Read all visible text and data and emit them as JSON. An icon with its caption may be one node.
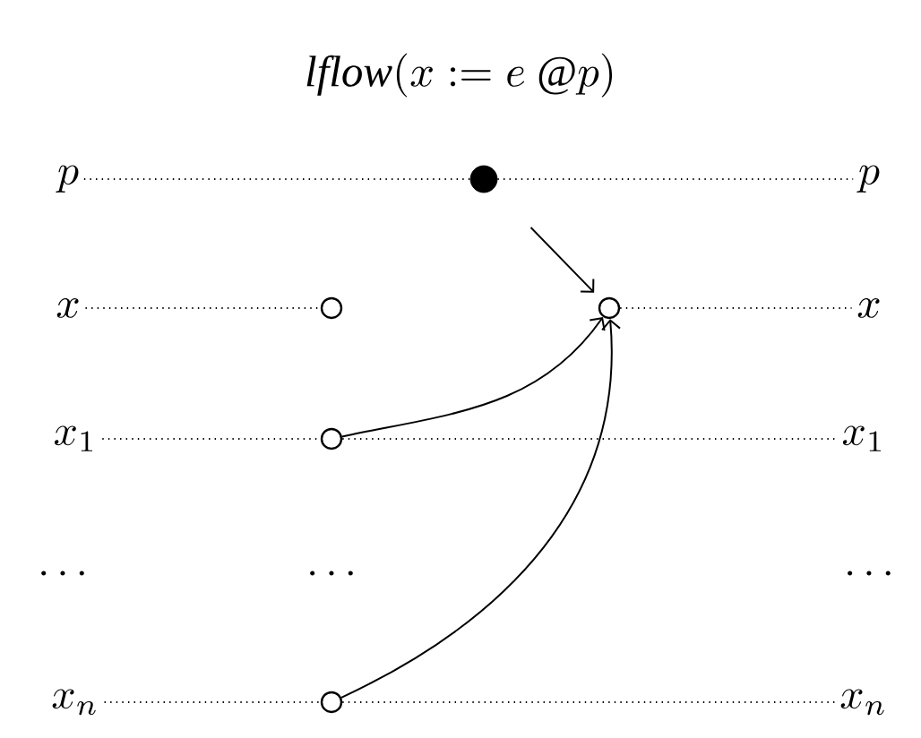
{
  "diagram": {
    "title": "\\mathit{lflow}(x := e\\ @p)",
    "nodes": [
      {
        "text": [
          "p"
        ]
      },
      {
        "text": [],
        "shape": "dot"
      },
      {
        "text": [
          "p"
        ]
      },
      {
        "text": [
          "x"
        ]
      },
      {
        "text": [],
        "shape": "circle"
      },
      {
        "text": [],
        "shape": "circle"
      },
      {
        "text": [
          "x"
        ]
      },
      {
        "text": [
          "x_1"
        ]
      },
      {
        "text": [],
        "shape": "circle"
      },
      {
        "text": [
          "x_1"
        ]
      },
      {
        "text": [
          "\\dots"
        ]
      },
      {
        "text": [
          "\\dots"
        ]
      },
      {
        "text": [
          "\\dots"
        ]
      },
      {
        "text": [
          "x_n"
        ]
      },
      {
        "text": [],
        "shape": "circle"
      },
      {
        "text": [
          "x_n"
        ]
      }
    ],
    "edges": [
      {
        "from": 0,
        "to": 1,
        "arrow": "none",
        "style": "dashed"
      },
      {
        "from": 1,
        "to": 2,
        "arrow": "none",
        "style": "dashed"
      },
      {
        "from": 3,
        "to": 4,
        "arrow": "none",
        "style": "dashed"
      },
      {
        "from": 5,
        "to": 6,
        "arrow": "none",
        "style": "dashed"
      },
      {
        "from": 7,
        "to": 8,
        "arrow": "none",
        "style": "dashed"
      },
      {
        "from": 8,
        "to": 9,
        "arrow": "none",
        "style": "dashed"
      },
      {
        "from": 13,
        "to": 14,
        "arrow": "none",
        "style": "dashed"
      },
      {
        "from": 14,
        "to": 15,
        "arrow": "none",
        "style": "dashed"
      },
      {
        "from": 1,
        "to": 5,
        "arrow": "to"
      },
      {
        "from": 8,
        "to": 5,
        "arrow": "to"
      },
      {
        "from": 14,
        "to": 5,
        "arrow": "to"
      }
    ]
  }
}
